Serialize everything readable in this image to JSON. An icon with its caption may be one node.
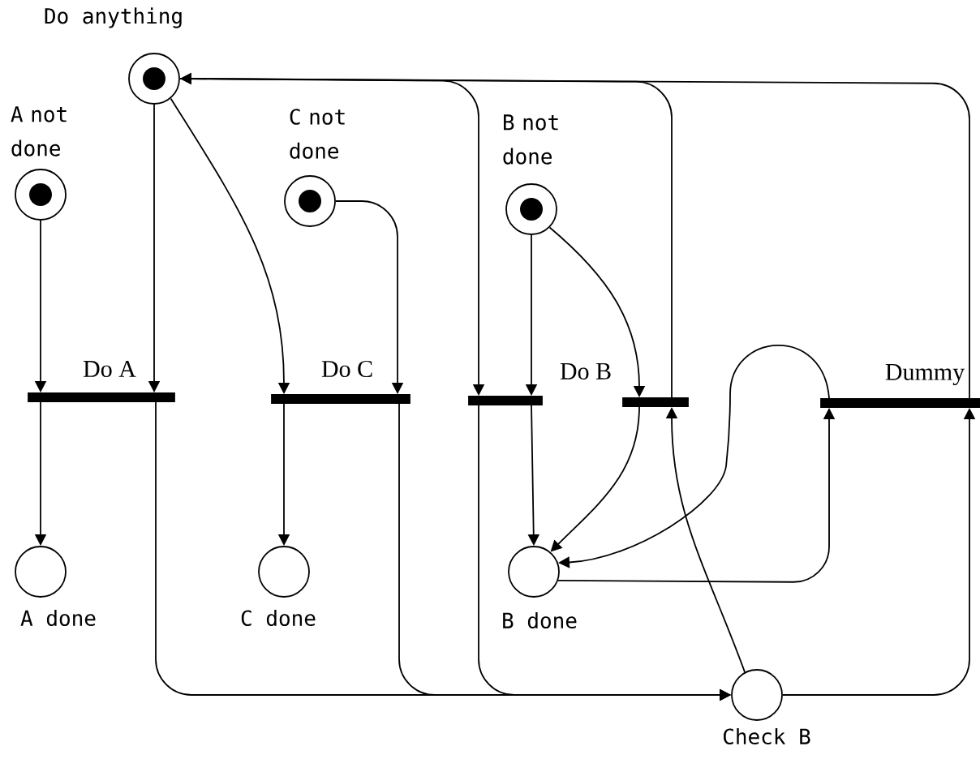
{
  "diagram": {
    "nodes": [
      {
        "text": [
          "Do anything"
        ]
      },
      {
        "text": [
          "A not done"
        ]
      },
      {
        "text": [
          "C not done"
        ]
      },
      {
        "text": [
          "B not done"
        ]
      },
      {
        "text": [
          "Do A"
        ]
      },
      {
        "text": [
          "Do C"
        ]
      },
      {
        "text": [
          "Do B"
        ]
      },
      {
        "text": [],
        "shape": "bar"
      },
      {
        "text": [
          "Dummy"
        ]
      },
      {
        "text": [
          "A done"
        ]
      },
      {
        "text": [
          "C done"
        ]
      },
      {
        "text": [
          "B done"
        ]
      },
      {
        "text": [
          "Check B"
        ]
      }
    ],
    "edges": [
      {
        "from": 1,
        "to": 4,
        "arrow": "to"
      },
      {
        "from": 0,
        "to": 4,
        "arrow": "to"
      },
      {
        "from": 4,
        "to": 9,
        "arrow": "to"
      },
      {
        "from": 4,
        "to": 12,
        "arrow": "to"
      },
      {
        "from": 0,
        "to": 5,
        "arrow": "to"
      },
      {
        "from": 2,
        "to": 5,
        "arrow": "to"
      },
      {
        "from": 5,
        "to": 10,
        "arrow": "to"
      },
      {
        "from": 5,
        "to": 12,
        "arrow": "to"
      },
      {
        "from": 0,
        "to": 6,
        "arrow": "to"
      },
      {
        "from": 3,
        "to": 6,
        "arrow": "to"
      },
      {
        "from": 6,
        "to": 11,
        "arrow": "to"
      },
      {
        "from": 6,
        "to": 12,
        "arrow": "to"
      },
      {
        "from": 3,
        "to": 7,
        "arrow": "to"
      },
      {
        "from": 7,
        "to": 11,
        "arrow": "to"
      },
      {
        "from": 12,
        "to": 7,
        "arrow": "to"
      },
      {
        "from": 7,
        "to": 0,
        "arrow": "to"
      },
      {
        "from": 8,
        "to": 0,
        "arrow": "to"
      },
      {
        "from": 12,
        "to": 8,
        "arrow": "to"
      },
      {
        "from": 11,
        "to": 8,
        "arrow": "to"
      },
      {
        "from": 8,
        "to": 11,
        "arrow": "to"
      }
    ]
  }
}
